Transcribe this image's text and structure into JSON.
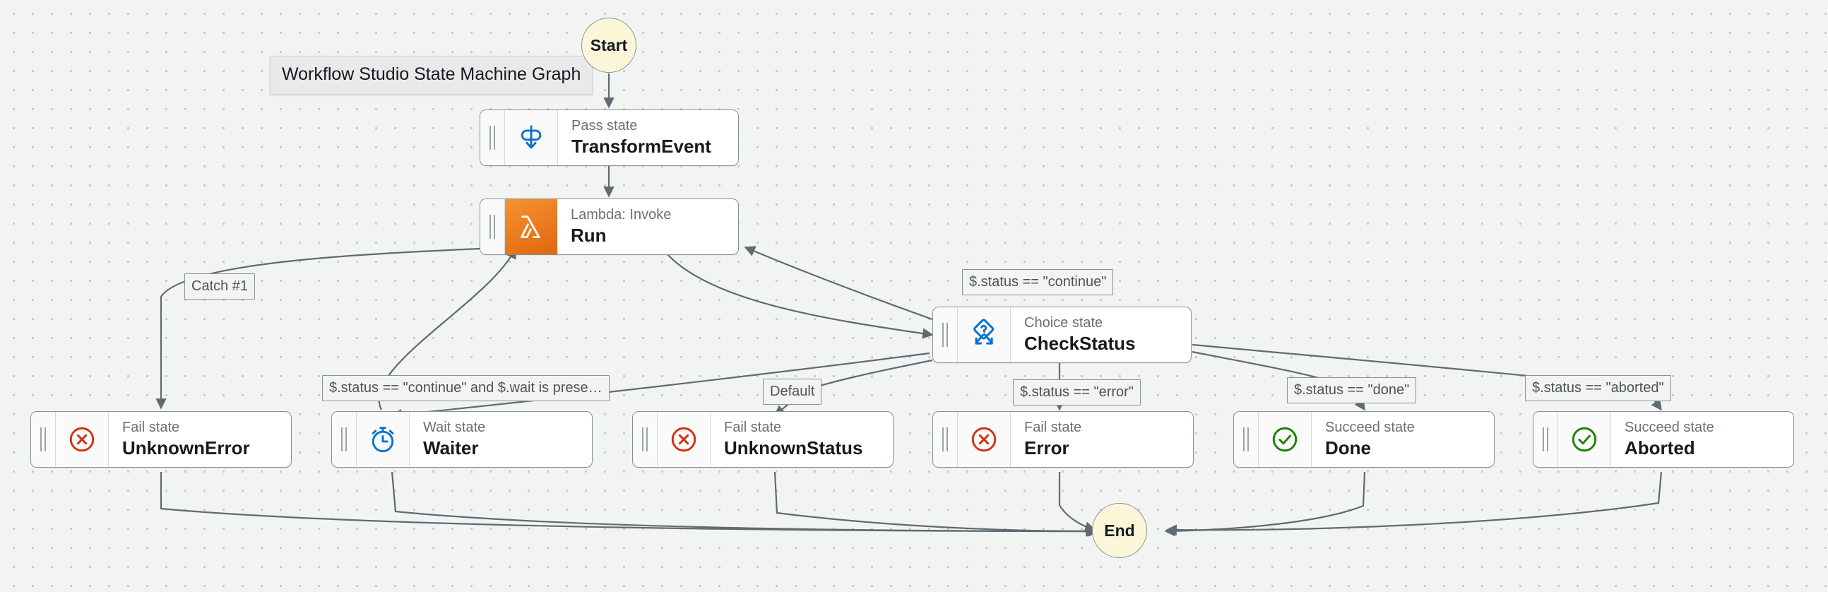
{
  "graph": {
    "title": "Workflow Studio State Machine Graph",
    "background_color": "#f2f3f3",
    "terminal_fill": "#fcf6d8",
    "edge_color": "#5f6b72",
    "lambda_color": "#e0670f",
    "fail_color": "#d13212",
    "succeed_color": "#1d8102",
    "accent_color": "#0972d3"
  },
  "terminals": {
    "start": {
      "label": "Start"
    },
    "end": {
      "label": "End"
    }
  },
  "nodes": [
    {
      "id": "transform-event",
      "kind": "Pass state",
      "name": "TransformEvent",
      "icon": "pass-state-icon"
    },
    {
      "id": "run",
      "kind": "Lambda: Invoke",
      "name": "Run",
      "icon": "lambda-icon"
    },
    {
      "id": "check-status",
      "kind": "Choice state",
      "name": "CheckStatus",
      "icon": "choice-state-icon"
    },
    {
      "id": "unknown-error",
      "kind": "Fail state",
      "name": "UnknownError",
      "icon": "fail-state-icon"
    },
    {
      "id": "waiter",
      "kind": "Wait state",
      "name": "Waiter",
      "icon": "wait-state-icon"
    },
    {
      "id": "unknown-status",
      "kind": "Fail state",
      "name": "UnknownStatus",
      "icon": "fail-state-icon"
    },
    {
      "id": "error",
      "kind": "Fail state",
      "name": "Error",
      "icon": "fail-state-icon"
    },
    {
      "id": "done",
      "kind": "Succeed state",
      "name": "Done",
      "icon": "succeed-state-icon"
    },
    {
      "id": "aborted",
      "kind": "Succeed state",
      "name": "Aborted",
      "icon": "succeed-state-icon"
    }
  ],
  "edge_labels": [
    {
      "id": "catch-1",
      "text": "Catch #1"
    },
    {
      "id": "continue",
      "text": "$.status == \"continue\""
    },
    {
      "id": "continue-wait",
      "text": "$.status == \"continue\" and $.wait is prese…"
    },
    {
      "id": "default",
      "text": "Default"
    },
    {
      "id": "error-cond",
      "text": "$.status == \"error\""
    },
    {
      "id": "done-cond",
      "text": "$.status == \"done\""
    },
    {
      "id": "aborted-cond",
      "text": "$.status == \"aborted\""
    }
  ]
}
